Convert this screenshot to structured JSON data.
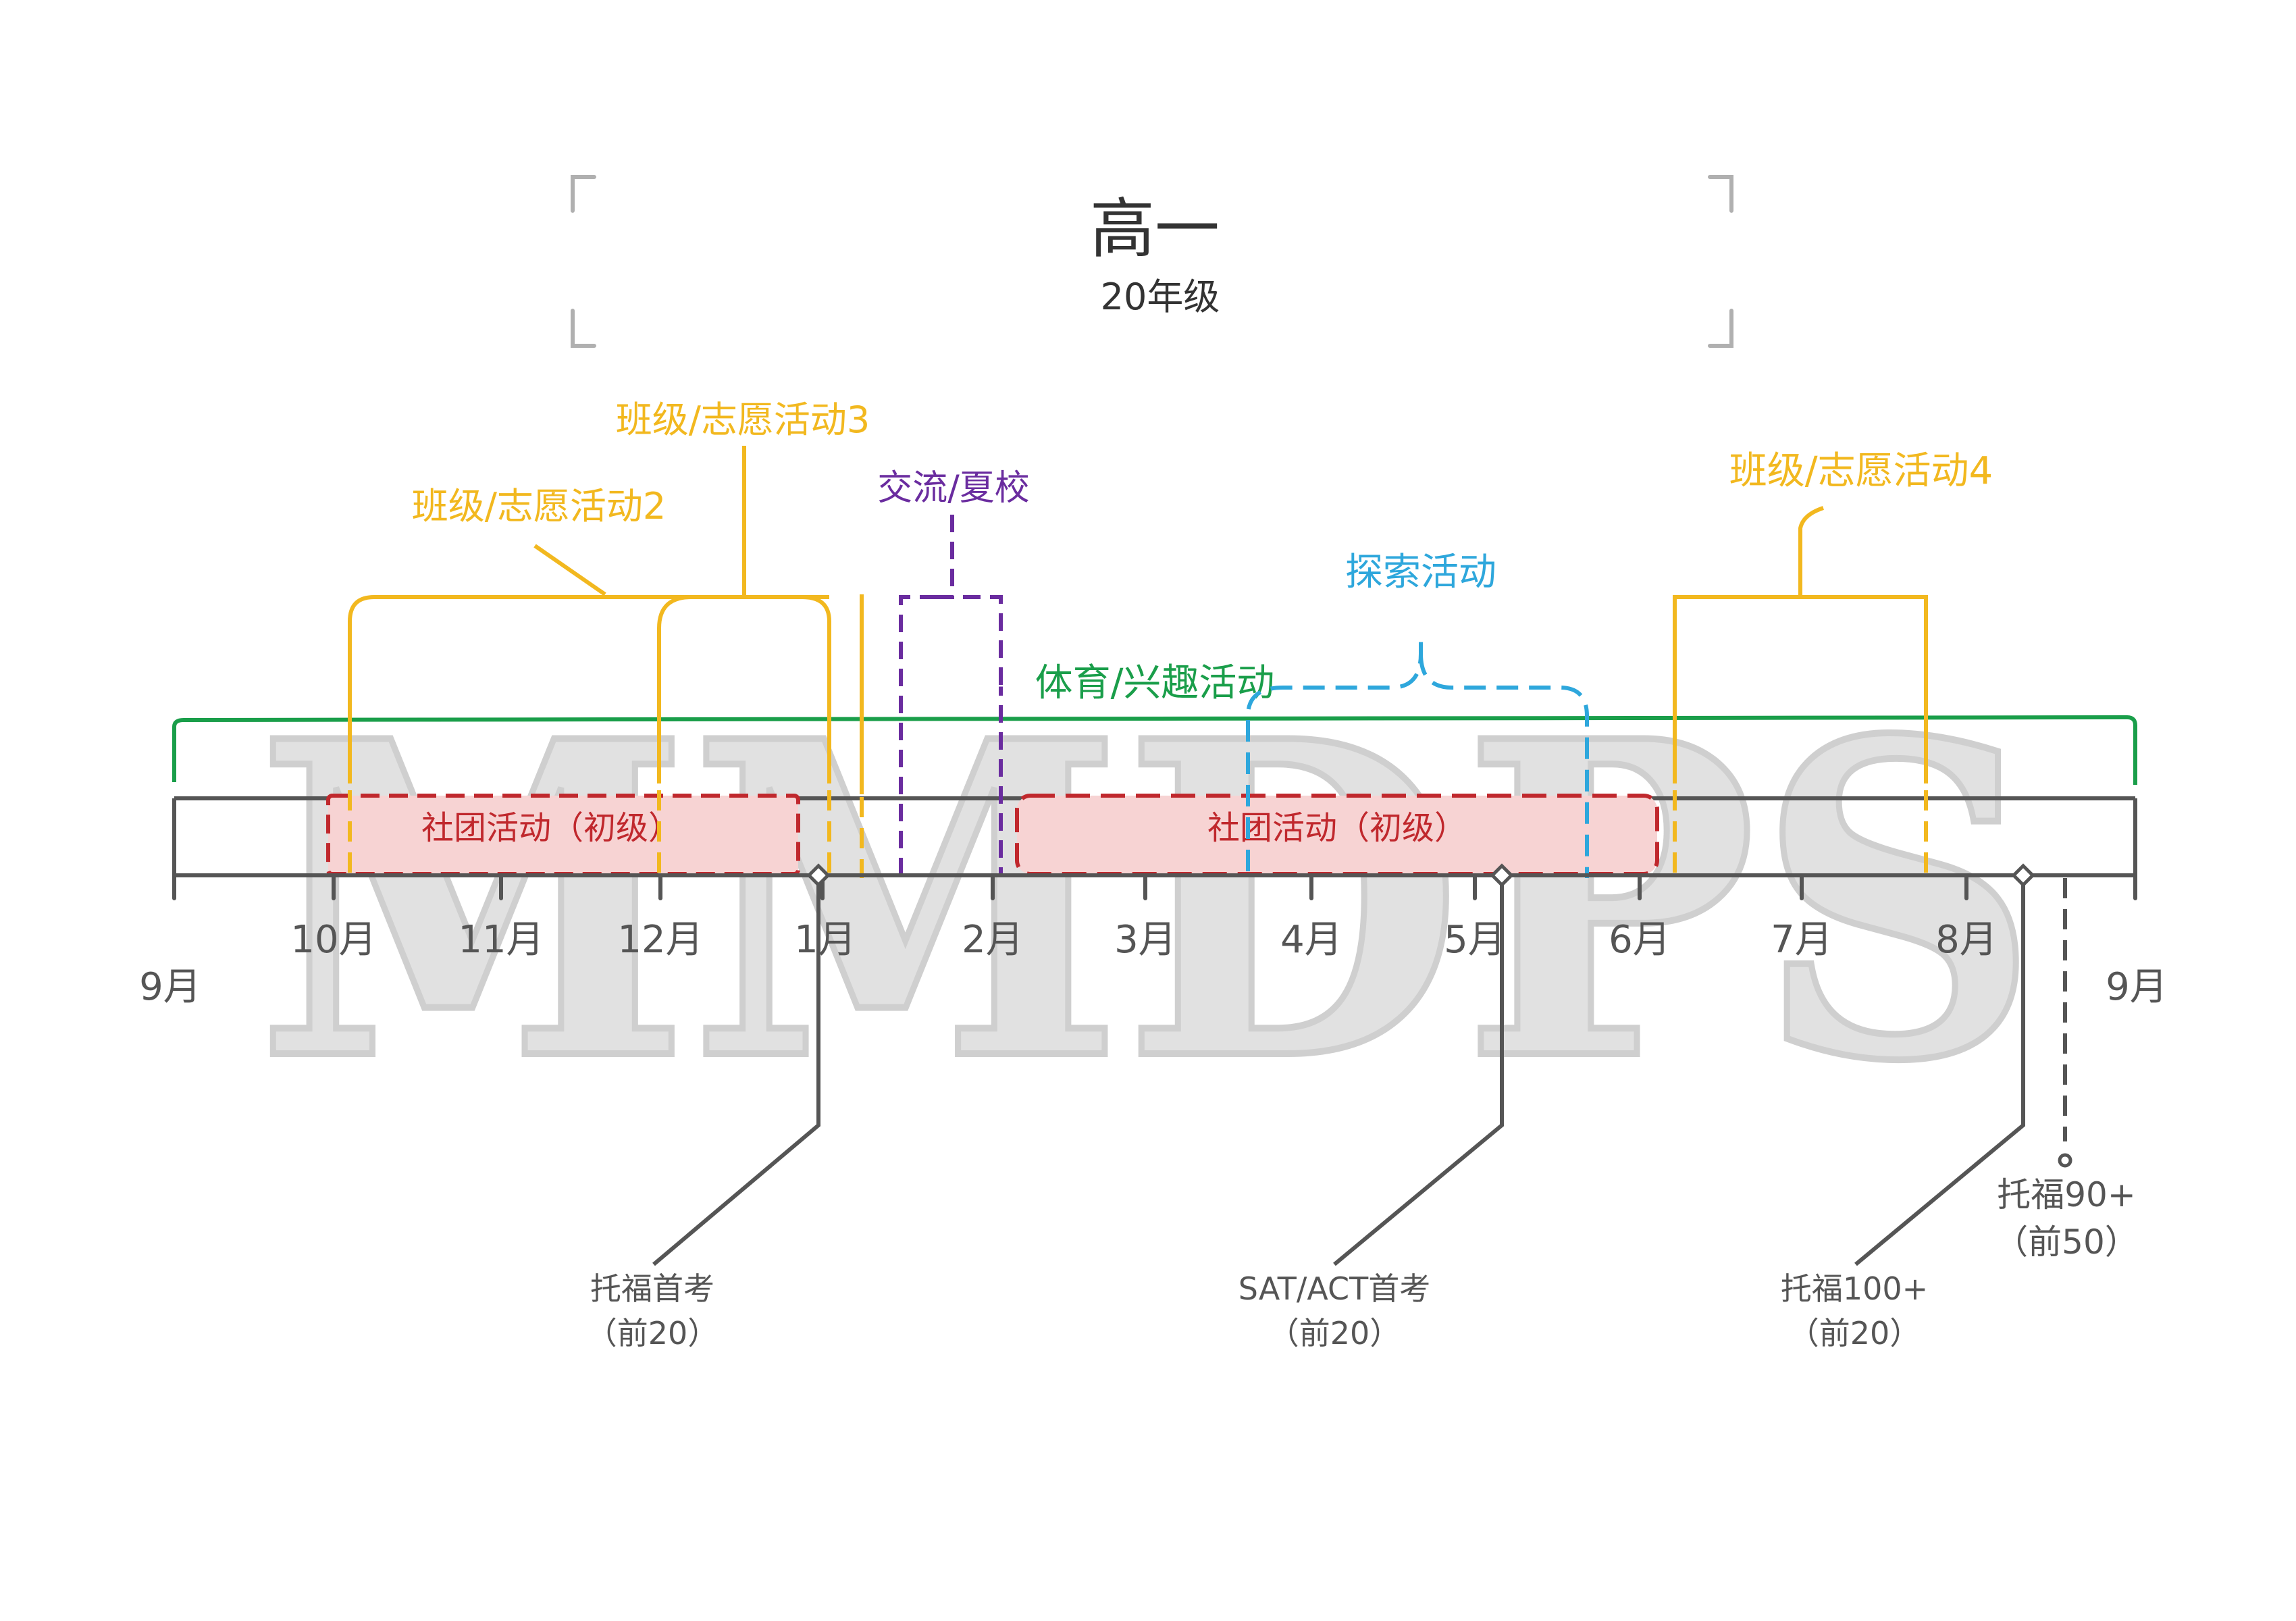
{
  "title": "高一",
  "subtitle": "20年级",
  "watermark": "MMDPS",
  "months": [
    "9月",
    "10月",
    "11月",
    "12月",
    "1月",
    "2月",
    "3月",
    "4月",
    "5月",
    "6月",
    "7月",
    "8月",
    "9月"
  ],
  "activities": {
    "class_volunteer_2": "班级/志愿活动2",
    "class_volunteer_3": "班级/志愿活动3",
    "class_volunteer_4": "班级/志愿活动4",
    "exchange_summer": "交流/夏校",
    "sports_interest": "体育/兴趣活动",
    "exploration": "探索活动",
    "club_1": "社团活动（初级）",
    "club_2": "社团活动（初级）"
  },
  "milestones": [
    {
      "line1": "托福首考",
      "line2": "（前20）"
    },
    {
      "line1": "SAT/ACT首考",
      "line2": "（前20）"
    },
    {
      "line1": "托福100+",
      "line2": "（前20）"
    },
    {
      "line1": "托福90+",
      "line2": "（前50）"
    }
  ],
  "colors": {
    "yellow": "#f2b81f",
    "purple": "#6a2c9f",
    "green": "#1a9e4a",
    "blue": "#2ea7dc",
    "red": "#c0282d",
    "red_fill": "#f7d3d3",
    "axis": "#555555",
    "bracket": "#b0b0b0"
  }
}
